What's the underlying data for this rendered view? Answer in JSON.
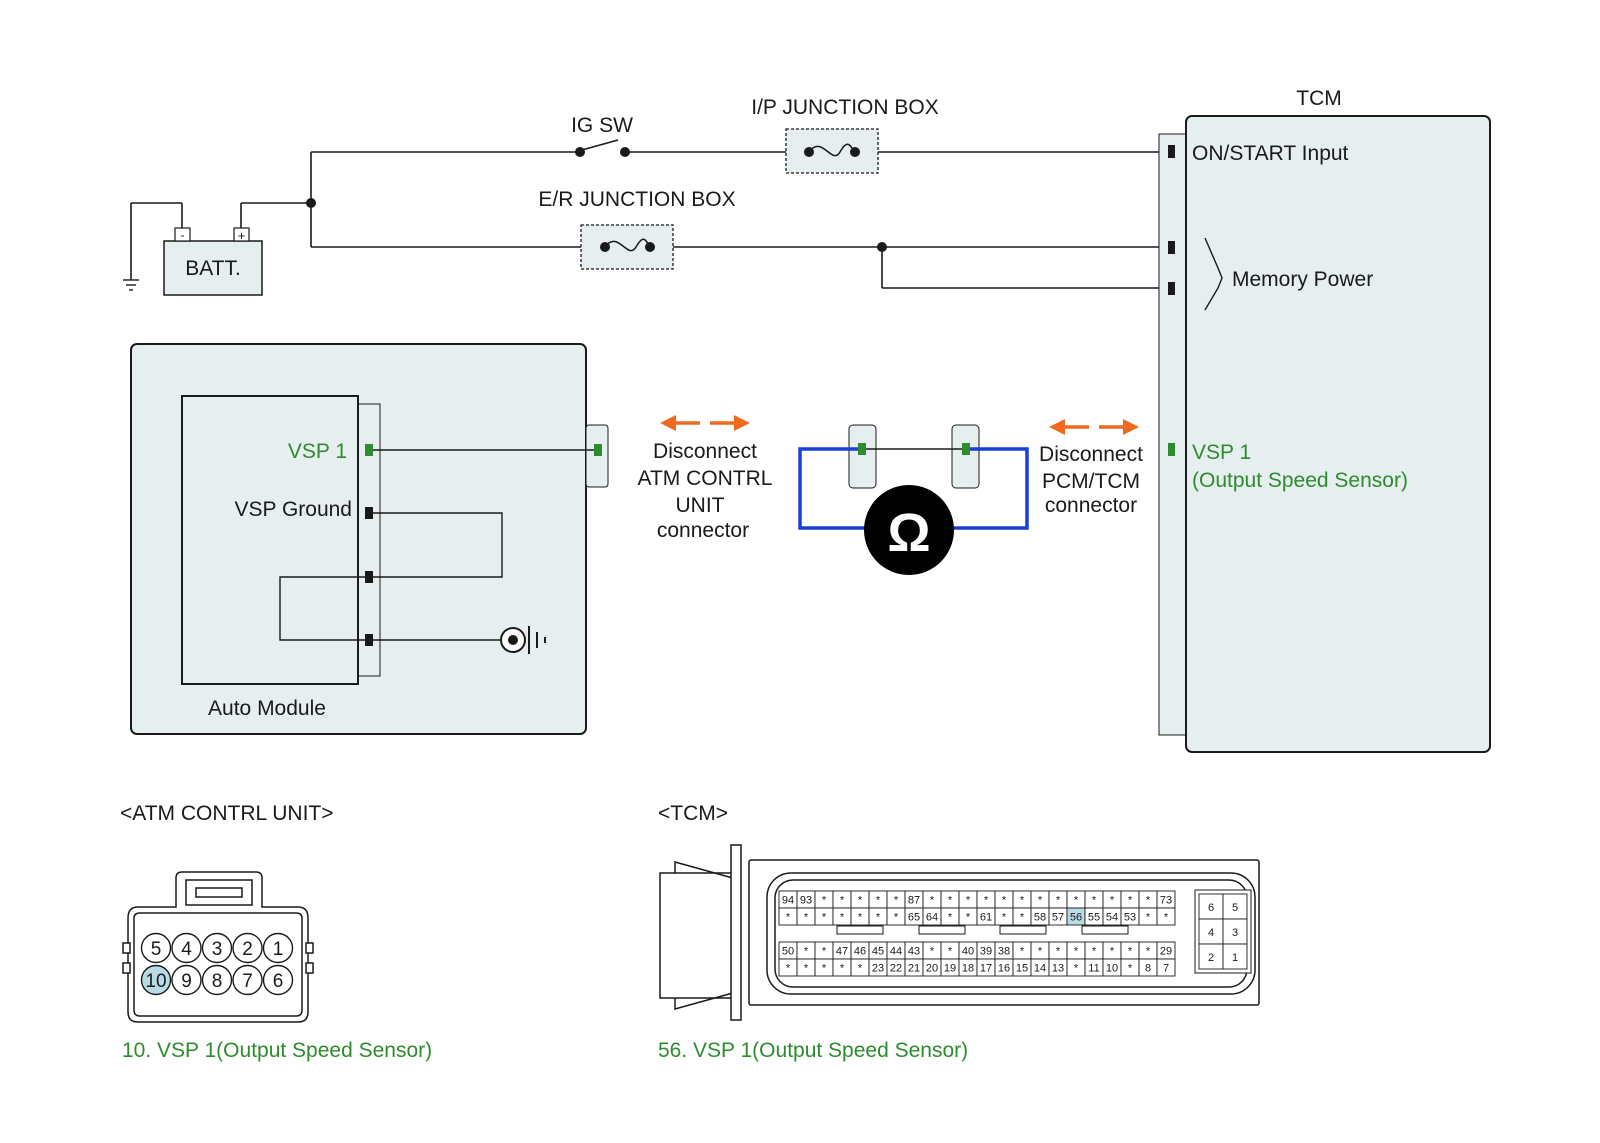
{
  "colors": {
    "wire": "#1a1a1a",
    "signal": "#2e8b2e",
    "meter_lead": "#1a3fd6",
    "arrow": "#ee6a1e",
    "box_fill": "#e6eeef",
    "highlight_pin": "#b9dbe6"
  },
  "labels": {
    "ig_sw": "IG SW",
    "ip_junction_box": "I/P JUNCTION BOX",
    "er_junction_box": "E/R JUNCTION BOX",
    "battery": "BATT.",
    "battery_neg": "-",
    "battery_pos": "+",
    "tcm_title": "TCM",
    "tcm_on_start": "ON/START Input",
    "tcm_memory_power": "Memory Power",
    "tcm_vsp1": "VSP 1",
    "tcm_vsp1_desc": "(Output Speed Sensor)",
    "am_vsp1": "VSP 1",
    "am_vsp_ground": "VSP Ground",
    "am_title": "Auto Module",
    "disconnect_left": [
      "Disconnect",
      "ATM CONTRL",
      "UNIT",
      "connector"
    ],
    "disconnect_right": [
      "Disconnect",
      "PCM/TCM",
      "connector"
    ],
    "ohm_symbol": "Ω"
  },
  "atm_connector": {
    "title": "<ATM CONTRL UNIT>",
    "top_row": [
      "5",
      "4",
      "3",
      "2",
      "1"
    ],
    "bottom_row": [
      "10",
      "9",
      "8",
      "7",
      "6"
    ],
    "highlight": "10",
    "caption": "10. VSP 1(Output Speed Sensor)"
  },
  "tcm_connector": {
    "title": "<TCM>",
    "row1": [
      "94",
      "93",
      "*",
      "*",
      "*",
      "*",
      "*",
      "87",
      "*",
      "*",
      "*",
      "*",
      "*",
      "*",
      "*",
      "*",
      "*",
      "*",
      "*",
      "*",
      "*",
      "73"
    ],
    "row2": [
      "*",
      "*",
      "*",
      "*",
      "*",
      "*",
      "*",
      "65",
      "64",
      "*",
      "*",
      "61",
      "*",
      "*",
      "58",
      "57",
      "56",
      "55",
      "54",
      "53",
      "*",
      "*"
    ],
    "row3": [
      "50",
      "*",
      "*",
      "47",
      "46",
      "45",
      "44",
      "43",
      "*",
      "*",
      "40",
      "39",
      "38",
      "*",
      "*",
      "*",
      "*",
      "*",
      "*",
      "*",
      "*",
      "29"
    ],
    "row4": [
      "*",
      "*",
      "*",
      "*",
      "*",
      "23",
      "22",
      "21",
      "20",
      "19",
      "18",
      "17",
      "16",
      "15",
      "14",
      "13",
      "*",
      "11",
      "10",
      "*",
      "8",
      "7"
    ],
    "side": [
      [
        "6",
        "5"
      ],
      [
        "4",
        "3"
      ],
      [
        "2",
        "1"
      ]
    ],
    "highlight": "56",
    "caption": "56. VSP 1(Output Speed Sensor)"
  }
}
